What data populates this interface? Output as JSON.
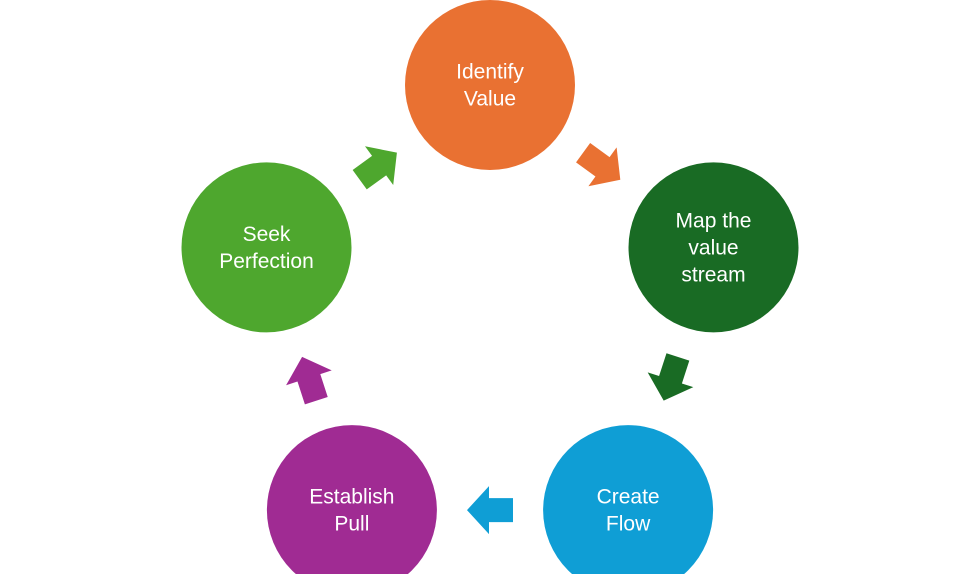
{
  "diagram": {
    "nodes": [
      {
        "id": "identify-value",
        "lines": [
          "Identify",
          "Value"
        ],
        "color": "#E97132"
      },
      {
        "id": "map-value-stream",
        "lines": [
          "Map the",
          "value",
          "stream"
        ],
        "color": "#196B24"
      },
      {
        "id": "create-flow",
        "lines": [
          "Create",
          "Flow"
        ],
        "color": "#0F9ED5"
      },
      {
        "id": "establish-pull",
        "lines": [
          "Establish",
          "Pull"
        ],
        "color": "#A02B93"
      },
      {
        "id": "seek-perfection",
        "lines": [
          "Seek",
          "Perfection"
        ],
        "color": "#4EA72E"
      }
    ],
    "arrows": [
      {
        "from": "identify-value",
        "to": "map-value-stream",
        "color": "#E97132"
      },
      {
        "from": "map-value-stream",
        "to": "create-flow",
        "color": "#196B24"
      },
      {
        "from": "create-flow",
        "to": "establish-pull",
        "color": "#0F9ED5"
      },
      {
        "from": "establish-pull",
        "to": "seek-perfection",
        "color": "#A02B93"
      },
      {
        "from": "seek-perfection",
        "to": "identify-value",
        "color": "#4EA72E"
      }
    ]
  }
}
